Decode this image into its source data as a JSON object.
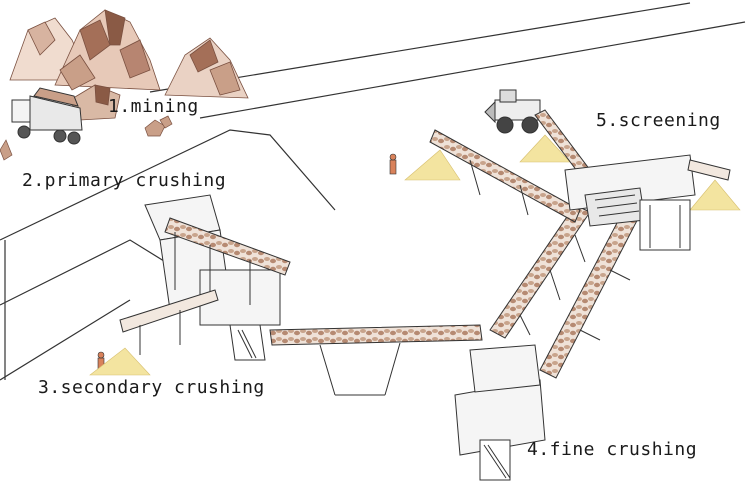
{
  "stages": [
    {
      "id": "mining",
      "label": "1.mining"
    },
    {
      "id": "primary",
      "label": "2.primary crushing"
    },
    {
      "id": "secondary",
      "label": "3.secondary crushing"
    },
    {
      "id": "fine",
      "label": "4.fine crushing"
    },
    {
      "id": "screening",
      "label": "5.screening"
    }
  ],
  "colors": {
    "line": "#333333",
    "rock_light": "#f2e3db",
    "rock_mid": "#c99f88",
    "rock_dark": "#8a5a45",
    "sand": "#f3e4a0",
    "conveyor_ore": "#c8a48c"
  }
}
